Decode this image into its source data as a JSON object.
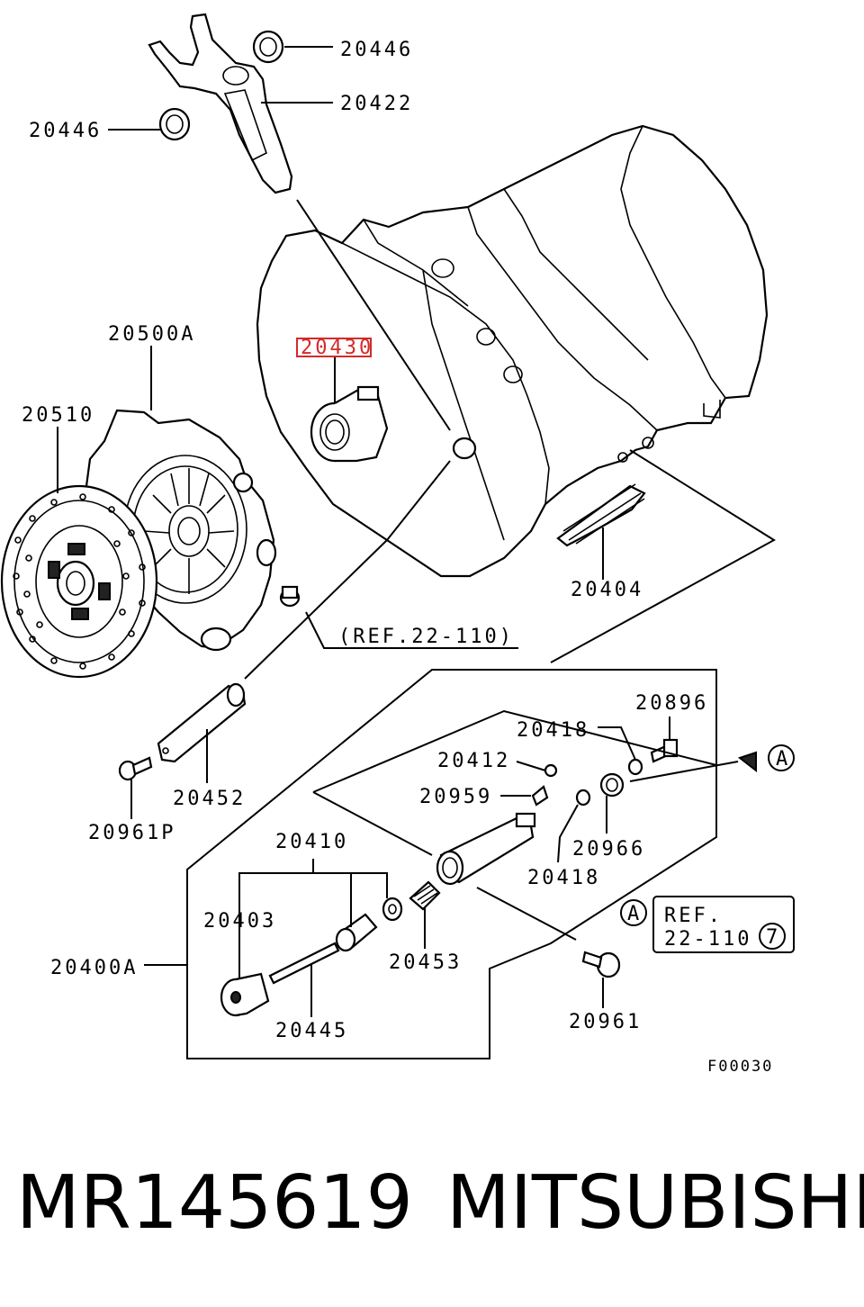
{
  "diagram": {
    "part_labels": {
      "p20446_top": "20446",
      "p20422": "20422",
      "p20446_left": "20446",
      "p20500A": "20500A",
      "p20430": "20430",
      "p20510": "20510",
      "p20404": "20404",
      "ref_22_110": "(REF.22-110)",
      "p20896": "20896",
      "p20418_a": "20418",
      "p20412": "20412",
      "p20959": "20959",
      "p20966": "20966",
      "p20418_b": "20418",
      "p20452": "20452",
      "p20961P": "20961P",
      "p20410": "20410",
      "p20403": "20403",
      "p20400A": "20400A",
      "p20453": "20453",
      "p20445": "20445",
      "p20961": "20961",
      "marker_a_arrow": "A",
      "marker_a_box": "A",
      "ref_box_line1": "REF.",
      "ref_box_line2": "22-110",
      "ref_box_circle": "7",
      "figure_code": "F00030"
    },
    "highlighted_part": "20430",
    "highlight_color": "#d22b2b"
  },
  "caption": {
    "part_number": "MR145619",
    "brand": "MITSUBISHI"
  }
}
